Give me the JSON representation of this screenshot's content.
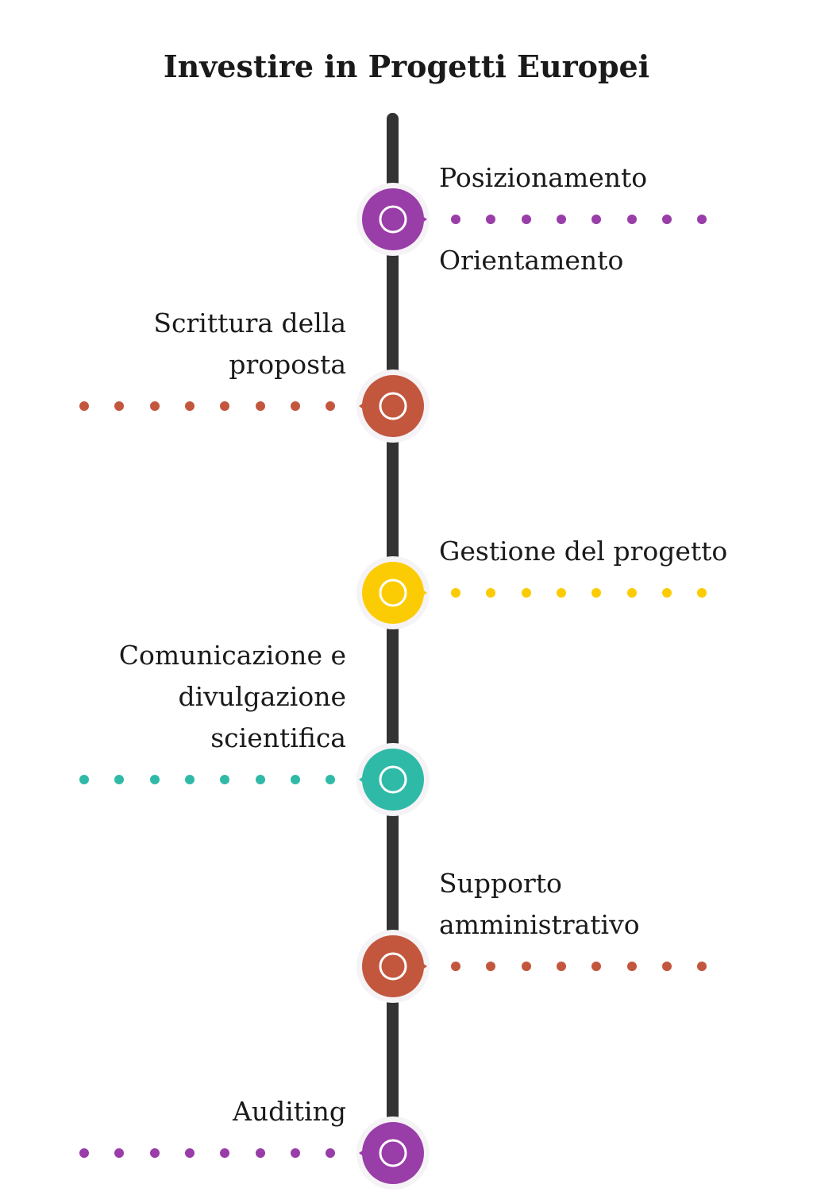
{
  "title": "Investire in Progetti Europei",
  "steps": [
    {
      "label_lines": [
        "Posizionamento"
      ],
      "side": "right",
      "color": "#993da8",
      "icon": "ring-icon"
    },
    {
      "label_lines": [
        "Scrittura della",
        "proposta"
      ],
      "side": "left",
      "color": "#c2573e",
      "icon": "ring-icon"
    },
    {
      "label_lines": [
        "Gestione del progetto"
      ],
      "side": "right",
      "color": "#fbcc04",
      "icon": "ring-icon"
    },
    {
      "label_lines": [
        "Comunicazione e",
        "divulgazione",
        "scientifica"
      ],
      "side": "left",
      "color": "#2fbaa8",
      "icon": "ring-icon"
    },
    {
      "label_lines": [
        "Supporto",
        "amministrativo"
      ],
      "side": "right",
      "color": "#c2573e",
      "icon": "ring-icon"
    },
    {
      "label_lines": [
        "Auditing"
      ],
      "side": "left",
      "color": "#993da8",
      "icon": "ring-icon"
    }
  ],
  "below_label": "Orientamento",
  "spine_color": "#333333"
}
